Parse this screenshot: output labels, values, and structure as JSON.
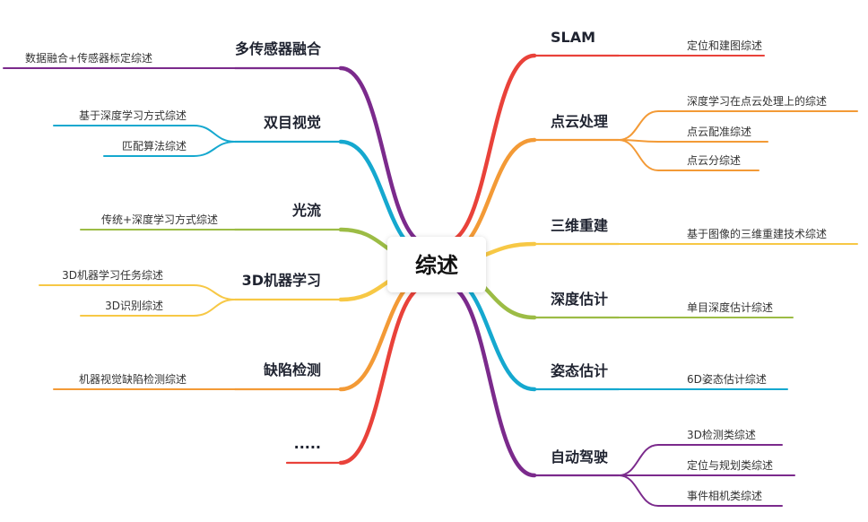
{
  "center": {
    "label": "综述"
  },
  "colors": {
    "red": "#e9423a",
    "orange": "#f39a36",
    "yellow": "#f7c845",
    "green": "#9cbc45",
    "blue": "#15a8cf",
    "purple": "#7b2a8c"
  },
  "right_branches": [
    {
      "label": "SLAM",
      "color": "red",
      "leaves": [
        "定位和建图综述"
      ]
    },
    {
      "label": "点云处理",
      "color": "orange",
      "leaves": [
        "深度学习在点云处理上的综述",
        "点云配准综述",
        "点云分综述"
      ]
    },
    {
      "label": "三维重建",
      "color": "yellow",
      "leaves": [
        "基于图像的三维重建技术综述"
      ]
    },
    {
      "label": "深度估计",
      "color": "green",
      "leaves": [
        "单目深度估计综述"
      ]
    },
    {
      "label": "姿态估计",
      "color": "blue",
      "leaves": [
        "6D姿态估计综述"
      ]
    },
    {
      "label": "自动驾驶",
      "color": "purple",
      "leaves": [
        "3D检测类综述",
        "定位与规划类综述",
        "事件相机类综述"
      ]
    }
  ],
  "left_branches": [
    {
      "label": "多传感器融合",
      "color": "purple",
      "leaves": [
        "数据融合+传感器标定综述"
      ]
    },
    {
      "label": "双目视觉",
      "color": "blue",
      "leaves": [
        "基于深度学习方式综述",
        "匹配算法综述"
      ]
    },
    {
      "label": "光流",
      "color": "green",
      "leaves": [
        "传统+深度学习方式综述"
      ]
    },
    {
      "label": "3D机器学习",
      "color": "yellow",
      "leaves": [
        "3D机器学习任务综述",
        "3D识别综述"
      ]
    },
    {
      "label": "缺陷检测",
      "color": "orange",
      "leaves": [
        "机器视觉缺陷检测综述"
      ]
    },
    {
      "label": ".....",
      "color": "red",
      "leaves": []
    }
  ]
}
